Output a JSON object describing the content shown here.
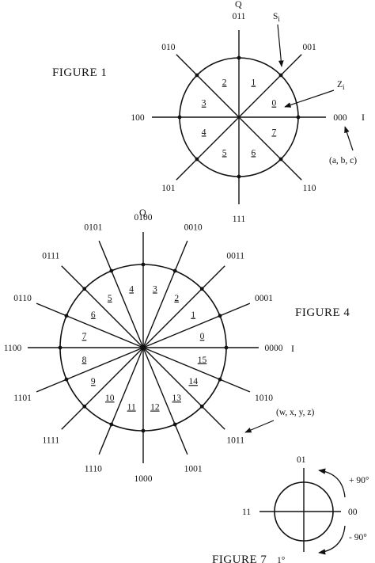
{
  "figure1": {
    "caption": "FIGURE 1",
    "q_axis": "Q",
    "i_axis": "I",
    "codes": [
      "000",
      "001",
      "011",
      "010",
      "100",
      "101",
      "111",
      "110"
    ],
    "sectors": [
      "0",
      "1",
      "2",
      "3",
      "4",
      "5",
      "6",
      "7"
    ],
    "s_label": "S",
    "s_sub": "i",
    "z_label": "Z",
    "z_sub": "i",
    "abc_label": "(a, b, c)"
  },
  "figure4": {
    "caption": "FIGURE 4",
    "q_axis": "Q",
    "i_axis": "I",
    "codes": [
      "0000",
      "0001",
      "0011",
      "0010",
      "0100",
      "0101",
      "0111",
      "0110",
      "1100",
      "1101",
      "1111",
      "1110",
      "1000",
      "1001",
      "1011",
      "1010"
    ],
    "sectors": [
      "0",
      "1",
      "2",
      "3",
      "4",
      "5",
      "6",
      "7",
      "8",
      "9",
      "10",
      "11",
      "12",
      "13",
      "14",
      "15"
    ],
    "wxyz_label": "(w, x, y, z)"
  },
  "figure7": {
    "caption": "FIGURE 7",
    "caption_extra": "1°",
    "codes": {
      "top": "01",
      "left": "11",
      "right": "00"
    },
    "plus_label": "+ 90°",
    "minus_label": "- 90°"
  }
}
